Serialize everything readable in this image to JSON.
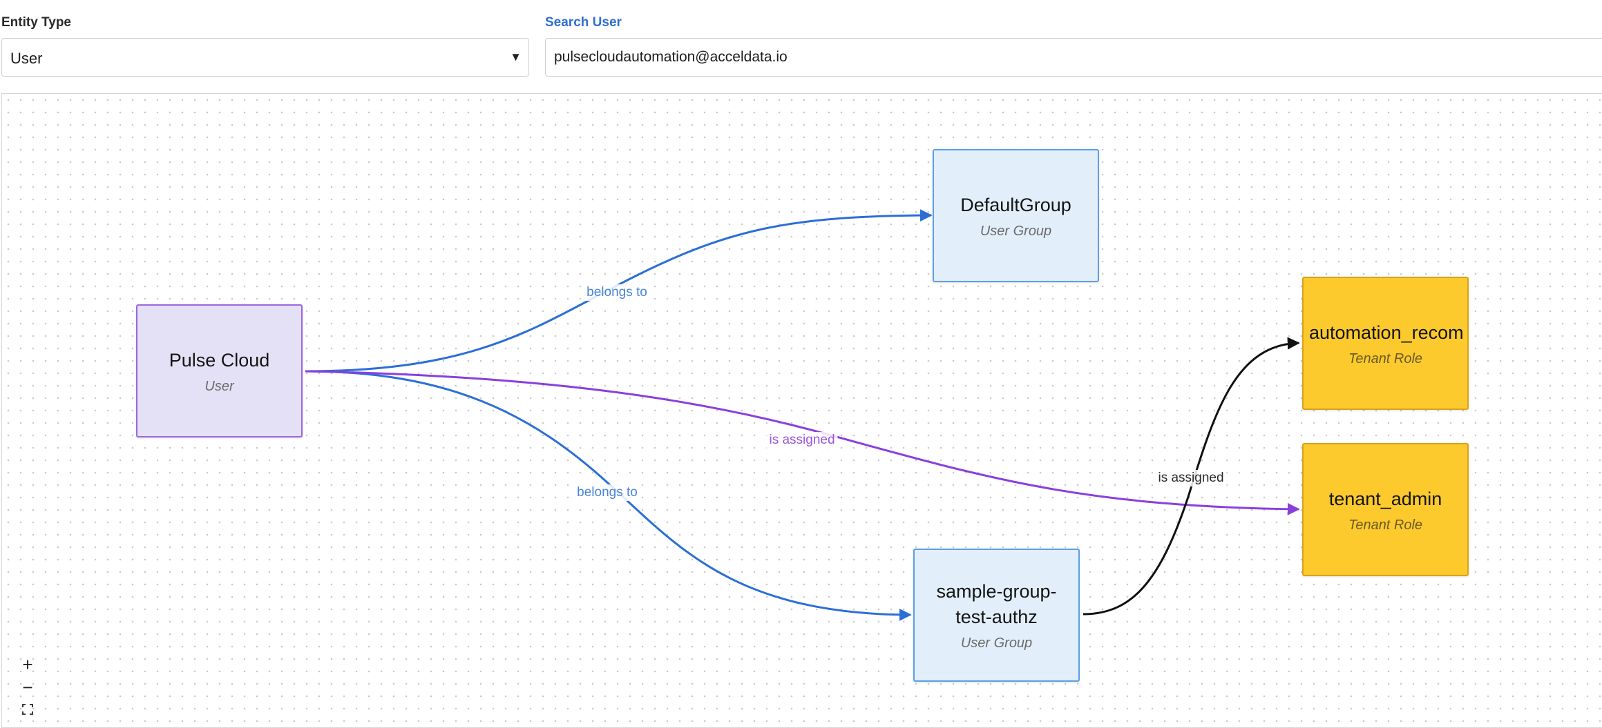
{
  "filters": {
    "entity_type_label": "Entity Type",
    "entity_type_value": "User",
    "search_label": "Search User",
    "search_value": "pulsecloudautomation@acceldata.io"
  },
  "colors": {
    "belongs_to_edge": "#2b6fd6",
    "assigned_edge": "#8a3fdd",
    "role_assigned_edge": "#111111",
    "role_node": "#fdca2e"
  },
  "nodes": {
    "pulse_cloud": {
      "title": "Pulse Cloud",
      "type": "User"
    },
    "default_group": {
      "title": "DefaultGroup",
      "type": "User Group"
    },
    "sample_group": {
      "title": "sample-group-test-authz",
      "type": "User Group"
    },
    "automation_role": {
      "title": "automation_recom",
      "type": "Tenant Role"
    },
    "tenant_admin": {
      "title": "tenant_admin",
      "type": "Tenant Role"
    }
  },
  "edges": {
    "belongs_to_default": "belongs to",
    "belongs_to_sample": "belongs to",
    "is_assigned_admin": "is assigned",
    "is_assigned_automation": "is assigned"
  },
  "controls": {
    "zoom_in_icon": "plus-icon",
    "zoom_out_icon": "minus-icon",
    "fit_view_icon": "fit-view-icon"
  }
}
